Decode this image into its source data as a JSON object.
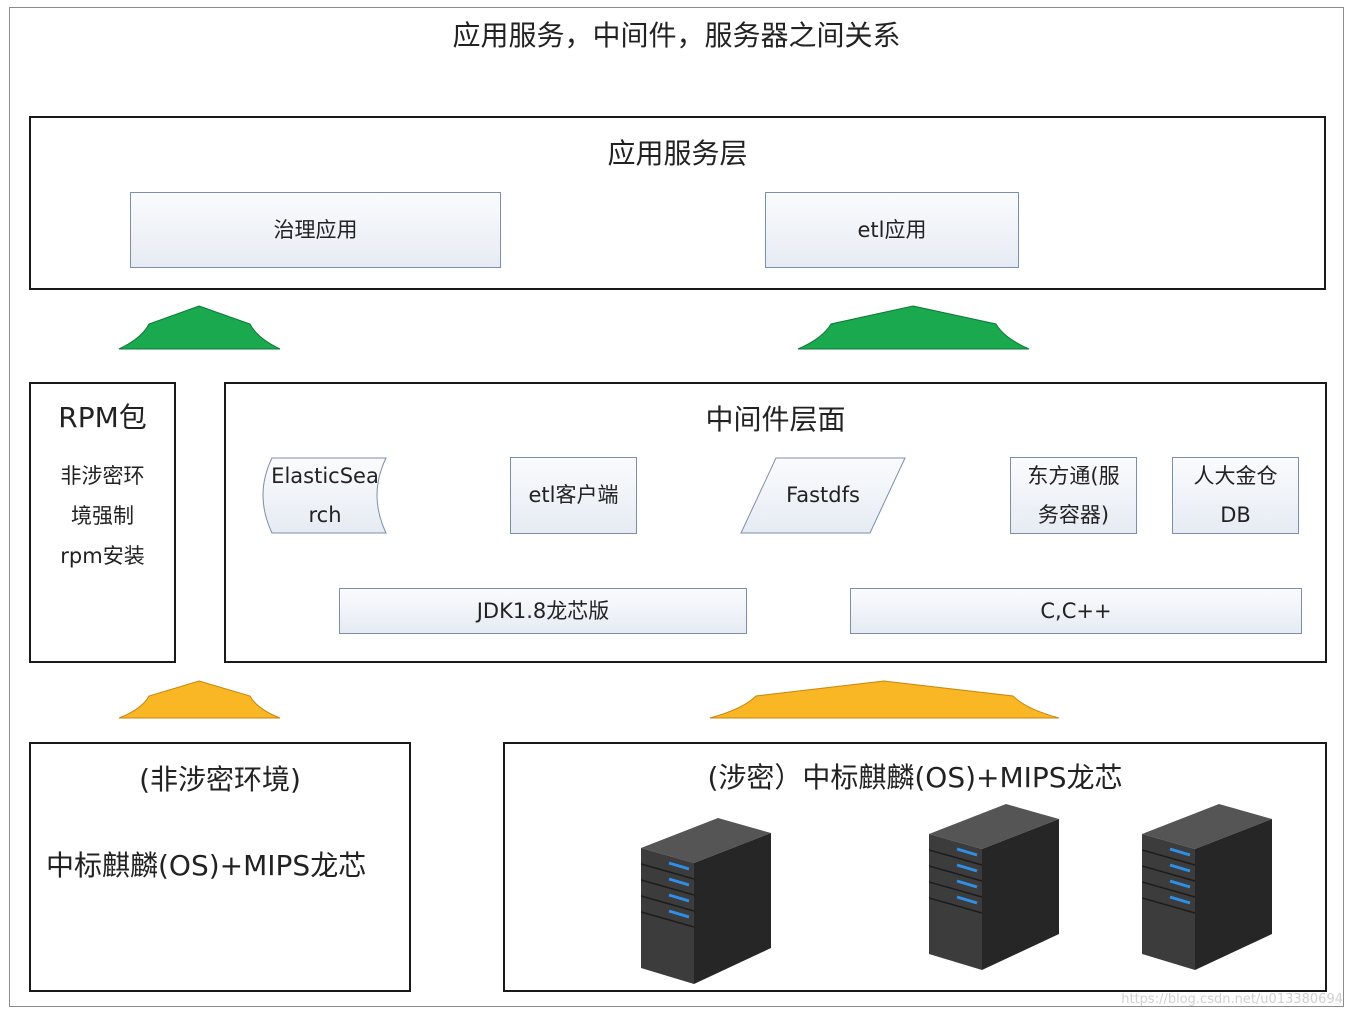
{
  "title": "应用服务，中间件，服务器之间关系",
  "app_layer": {
    "title": "应用服务层",
    "nodes": [
      "治理应用",
      "etl应用"
    ]
  },
  "rpm": {
    "title": "RPM包",
    "lines": [
      "非涉密环",
      "境强制",
      "rpm安装"
    ]
  },
  "middleware": {
    "title": "中间件层面",
    "elastic": [
      "ElasticSea",
      "rch"
    ],
    "etl_client": "etl客户端",
    "fastdfs": "Fastdfs",
    "dongfangtong": [
      "东方通(服",
      "务容器)"
    ],
    "renda": [
      "人大金仓",
      "DB"
    ],
    "jdk": "JDK1.8龙芯版",
    "cpp": "C,C++"
  },
  "non_secret_env": {
    "title": "(非涉密环境)",
    "os": "中标麒麟(OS)+MIPS龙芯"
  },
  "secret_env": {
    "title": "(涉密）中标麒麟(OS)+MIPS龙芯",
    "servers": [
      "server-icon",
      "server-icon",
      "server-icon"
    ]
  },
  "watermark": "https://blog.csdn.net/u013380694",
  "colors": {
    "green_arrow": "#1aa94f",
    "orange_arrow": "#f9b625",
    "node_border": "#7d8fa8",
    "server_led": "#2f8fe8"
  }
}
